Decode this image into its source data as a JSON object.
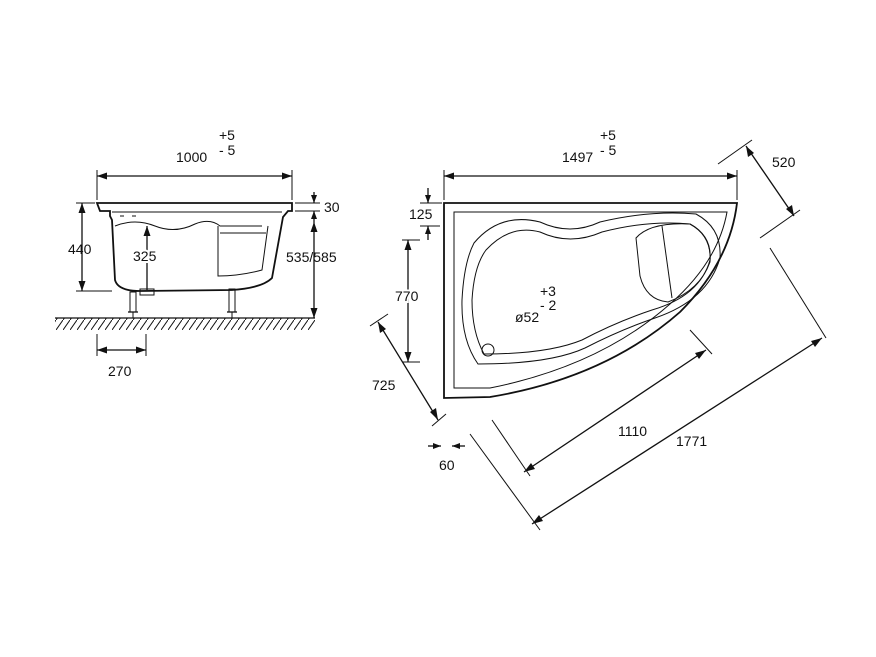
{
  "side_view": {
    "width_dim": "1000",
    "tol_plus": "+5",
    "tol_minus": "- 5",
    "rim_dim": "30",
    "height_dim": "440",
    "depth_dim": "325",
    "leg_height_dim": "535/585",
    "leg_spacing_dim": "270"
  },
  "top_view": {
    "width_dim": "1497",
    "tol_plus": "+5",
    "tol_minus": "- 5",
    "corner_dim": "520",
    "offset_dim": "125",
    "depth_dim": "770",
    "side_dim": "725",
    "drain_tol_plus": "+3",
    "drain_tol_minus": "- 2",
    "drain_dim": "ø52",
    "inner_length_dim": "1110",
    "diagonal_dim": "1771",
    "edge_dim": "60"
  }
}
